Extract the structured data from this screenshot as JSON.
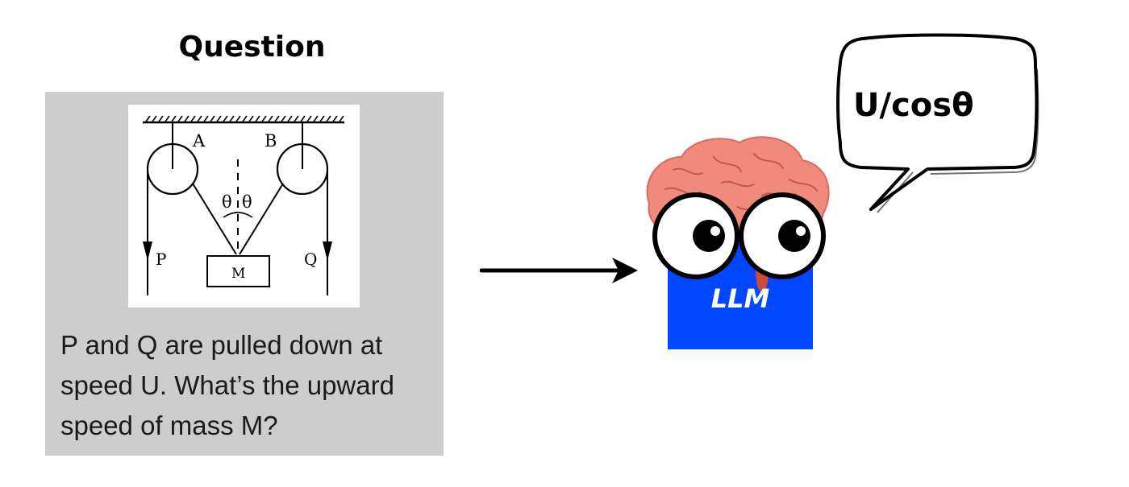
{
  "question": {
    "title": "Question",
    "text": "P and Q are pulled down at speed U. What’s the upward speed of mass M?",
    "figure": {
      "label_a": "A",
      "label_b": "B",
      "label_p": "P",
      "label_q": "Q",
      "label_m": "M",
      "label_theta": "θ"
    }
  },
  "llm": {
    "label": "LLM",
    "body_color": "#0047ff",
    "brain_color": "#f08a7c"
  },
  "speech": {
    "answer": "U/cosθ"
  }
}
